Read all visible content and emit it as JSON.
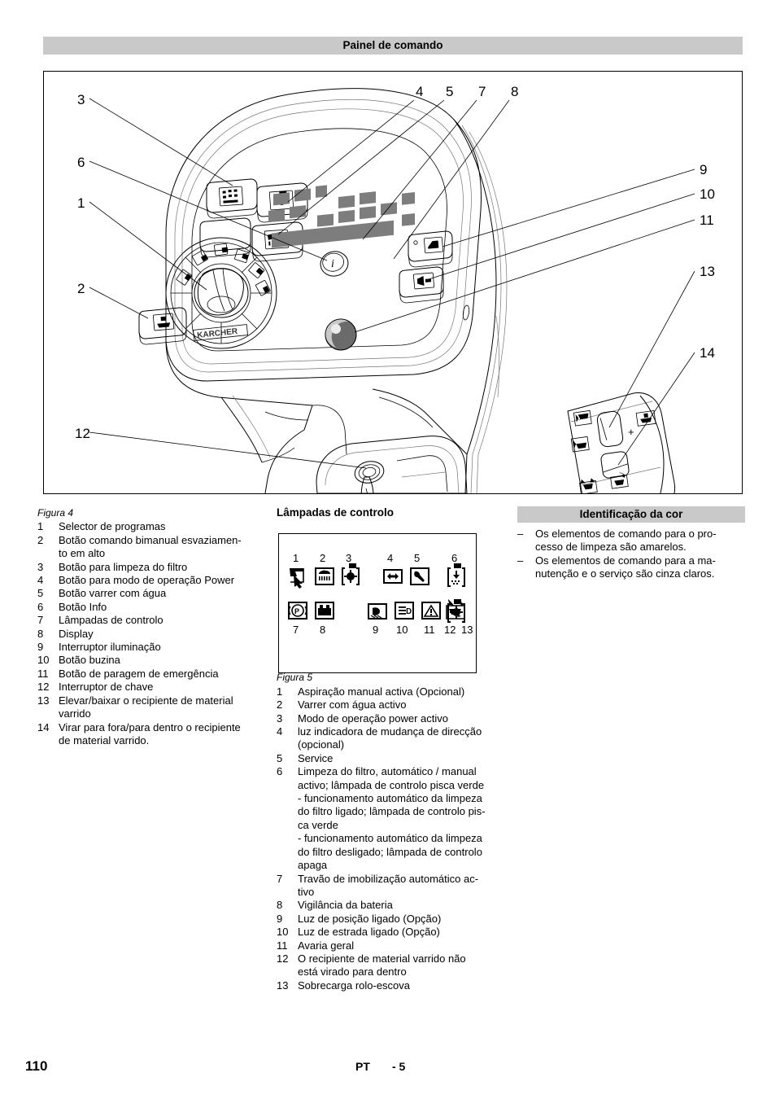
{
  "header": {
    "title": "Painel de comando"
  },
  "figure4": {
    "caption": "Figura 4",
    "callouts": [
      "1",
      "2",
      "3",
      "4",
      "5",
      "6",
      "7",
      "8",
      "9",
      "10",
      "11",
      "12",
      "13",
      "14"
    ],
    "brand": "KARCHER",
    "items": [
      {
        "num": "1",
        "text": "Selector de programas"
      },
      {
        "num": "2",
        "text": "Botão comando bimanual esvaziamen-",
        "text2": "to em alto"
      },
      {
        "num": "3",
        "text": "Botão para limpeza do filtro"
      },
      {
        "num": "4",
        "text": "Botão para modo de operação Power"
      },
      {
        "num": "5",
        "text": "Botão varrer com água"
      },
      {
        "num": "6",
        "text": "Botão Info"
      },
      {
        "num": "7",
        "text": "Lâmpadas de controlo"
      },
      {
        "num": "8",
        "text": "Display"
      },
      {
        "num": "9",
        "text": "Interruptor iluminação"
      },
      {
        "num": "10",
        "text": "Botão buzina"
      },
      {
        "num": "11",
        "text": "Botão de paragem de emergência"
      },
      {
        "num": "12",
        "text": "Interruptor de chave"
      },
      {
        "num": "13",
        "text": "Elevar/baixar o recipiente de material",
        "text2": "varrido"
      },
      {
        "num": "14",
        "text": "Virar para fora/para dentro o recipiente",
        "text2": "de material varrido."
      }
    ]
  },
  "lamps": {
    "heading": "Lâmpadas de controlo",
    "caption": "Figura 5",
    "top_numbers": [
      "1",
      "2",
      "3",
      "4",
      "5",
      "6"
    ],
    "bottom_numbers": [
      "7",
      "8",
      "9",
      "10",
      "11",
      "12",
      "13"
    ],
    "icons": [
      {
        "n": "1",
        "name": "manual-suction-icon"
      },
      {
        "n": "2",
        "name": "sweep-with-water-icon"
      },
      {
        "n": "3",
        "name": "power-mode-icon"
      },
      {
        "n": "4",
        "name": "turn-indicator-icon"
      },
      {
        "n": "5",
        "name": "service-wrench-icon"
      },
      {
        "n": "6",
        "name": "filter-cleaning-icon"
      },
      {
        "n": "7",
        "name": "parking-brake-icon"
      },
      {
        "n": "8",
        "name": "battery-icon"
      },
      {
        "n": "9",
        "name": "position-light-icon"
      },
      {
        "n": "10",
        "name": "road-light-icon"
      },
      {
        "n": "11",
        "name": "general-fault-icon"
      },
      {
        "n": "12",
        "name": "hopper-not-turned-in-icon"
      },
      {
        "n": "13",
        "name": "brush-roller-overload-icon"
      }
    ],
    "items": [
      {
        "num": "1",
        "lines": [
          "Aspiração manual activa (Opcional)"
        ]
      },
      {
        "num": "2",
        "lines": [
          "Varrer com água activo"
        ]
      },
      {
        "num": "3",
        "lines": [
          "Modo de operação power activo"
        ]
      },
      {
        "num": "4",
        "lines": [
          "luz indicadora de mudança de direcção",
          "(opcional)"
        ]
      },
      {
        "num": "5",
        "lines": [
          "Service"
        ]
      },
      {
        "num": "6",
        "lines": [
          "Limpeza do filtro, automático / manual",
          "activo; lâmpada de controlo pisca verde",
          "- funcionamento automático da limpeza",
          "do filtro ligado; lâmpada de controlo pis-",
          "ca verde",
          "- funcionamento automático da limpeza",
          "do filtro desligado; lâmpada de controlo",
          "apaga"
        ]
      },
      {
        "num": "7",
        "lines": [
          "Travão de imobilização automático ac-",
          "tivo"
        ]
      },
      {
        "num": "8",
        "lines": [
          "Vigilância da bateria"
        ]
      },
      {
        "num": "9",
        "lines": [
          "Luz de posição ligado (Opção)"
        ]
      },
      {
        "num": "10",
        "lines": [
          "Luz de estrada  ligado (Opção)"
        ]
      },
      {
        "num": "11",
        "lines": [
          "Avaria geral"
        ]
      },
      {
        "num": "12",
        "lines": [
          "O recipiente de material varrido não",
          "está virado para dentro"
        ]
      },
      {
        "num": "13",
        "lines": [
          "Sobrecarga rolo-escova"
        ]
      }
    ]
  },
  "color_id": {
    "heading": "Identificação da cor",
    "items": [
      {
        "dash": "–",
        "lines": [
          "Os elementos de comando para o pro-",
          "cesso de limpeza são amarelos."
        ]
      },
      {
        "dash": "–",
        "lines": [
          "Os elementos de comando para a ma-",
          "nutenção e o serviço são cinza claros."
        ]
      }
    ]
  },
  "footer": {
    "page_number": "110",
    "language": "PT",
    "page_label": "- 5"
  },
  "colors": {
    "banner_bg": "#c9c9c9",
    "display_segment": "#7d7d7d",
    "line": "#000000"
  }
}
